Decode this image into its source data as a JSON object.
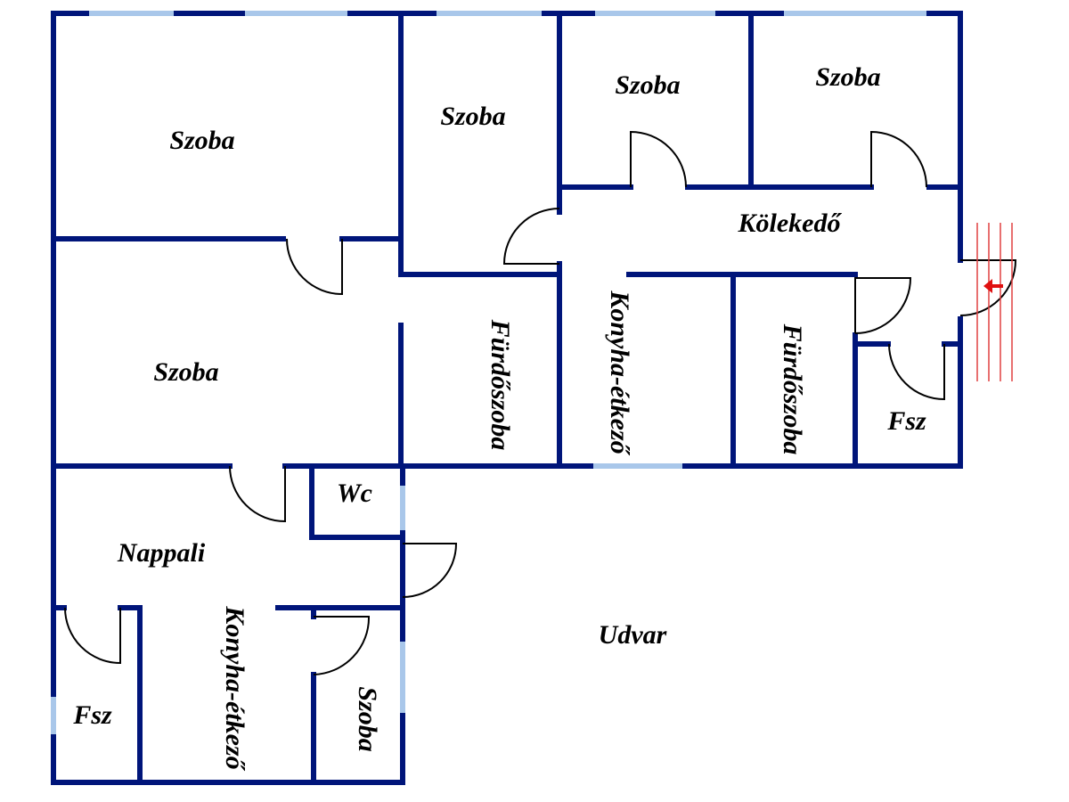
{
  "colors": {
    "wall": "#00157a",
    "window": "#a9c7ea",
    "door_arc": "#000000",
    "entry_lines": "#e04040",
    "entry_arrow": "#e01010",
    "label": "#000000"
  },
  "rooms": {
    "szoba_top_left": "Szoba",
    "szoba_top_mid": "Szoba",
    "szoba_top_right1": "Szoba",
    "szoba_top_right2": "Szoba",
    "kolekedo": "Kölekedő",
    "szoba_left_mid": "Szoba",
    "furdoszoba_1": "Fürdőszoba",
    "konyha_etkezo_1": "Konyha-étkező",
    "furdoszoba_2": "Fürdőszoba",
    "fsz_right": "Fsz",
    "wc": "Wc",
    "nappali": "Nappali",
    "konyha_etkezo_2": "Konyha-étkező",
    "szoba_bottom": "Szoba",
    "fsz_bottom": "Fsz",
    "udvar": "Udvar"
  },
  "icons": {
    "entrance": "arrow-left-icon"
  }
}
